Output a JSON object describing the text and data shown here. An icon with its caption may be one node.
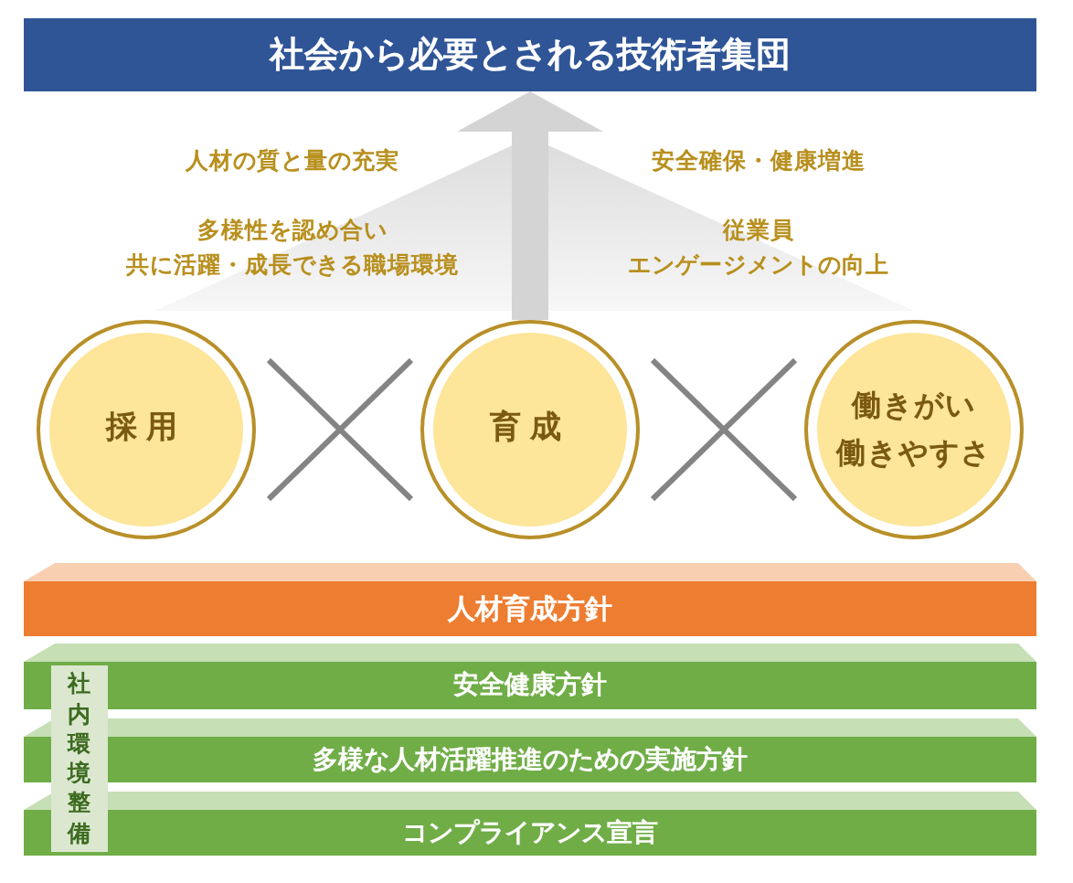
{
  "diagram": {
    "nodes": [
      {
        "text": [
          "社会から必要とされる技術者集団"
        ]
      },
      {
        "text": [
          "採用"
        ]
      },
      {
        "text": [
          "育成"
        ]
      },
      {
        "text": [
          "働きがい",
          "働きやすさ"
        ]
      },
      {
        "text": [
          "人材育成方針"
        ]
      },
      {
        "text": [
          "社内環境整備"
        ]
      },
      {
        "text": [
          "安全健康方針"
        ]
      },
      {
        "text": [
          "多様な人材活躍推進のための実施方針"
        ]
      },
      {
        "text": [
          "コンプライアンス宣言"
        ]
      }
    ],
    "edges": [
      {
        "from": 2,
        "to": 0,
        "arrow": "to"
      }
    ],
    "labels": [
      "人材の質と量の充実",
      "安全確保・健康増進",
      "多様性を認め合い",
      "共に活躍・成長できる職場環境",
      "従業員",
      "エンゲージメントの向上"
    ]
  }
}
